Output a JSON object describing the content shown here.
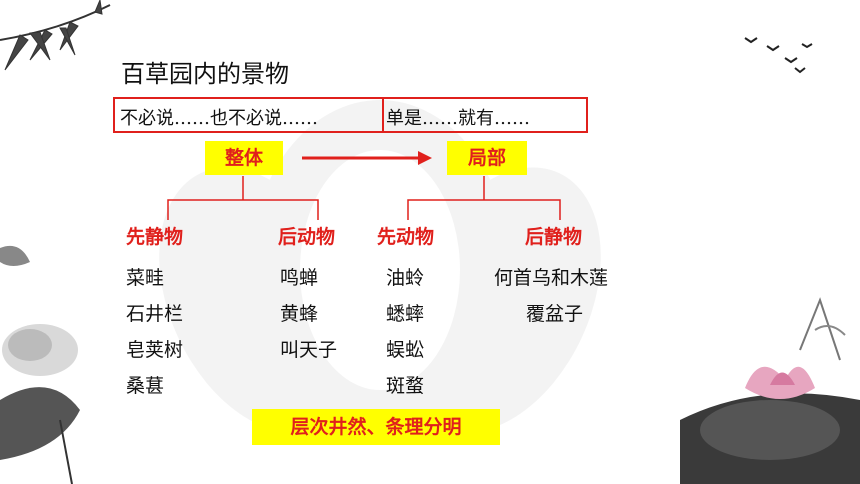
{
  "title": "百草园内的景物",
  "sentence": {
    "left": "不必说……也不必说……",
    "right": "单是……就有……"
  },
  "whole_label": "整体",
  "part_label": "局部",
  "groups": [
    {
      "heading": "先静物",
      "items": [
        "菜畦",
        "石井栏",
        "皂荚树",
        "桑葚"
      ]
    },
    {
      "heading": "后动物",
      "items": [
        "鸣蝉",
        "黄蜂",
        "叫天子"
      ]
    },
    {
      "heading": "先动物",
      "items": [
        "油蛉",
        "蟋蟀",
        "蜈蚣",
        "斑蝥"
      ]
    },
    {
      "heading": "后静物",
      "items": [
        "何首乌和木莲",
        "覆盆子"
      ]
    }
  ],
  "summary": "层次井然、条理分明",
  "colors": {
    "accent_red": "#e0201c",
    "highlight_yellow": "#ffff00"
  }
}
